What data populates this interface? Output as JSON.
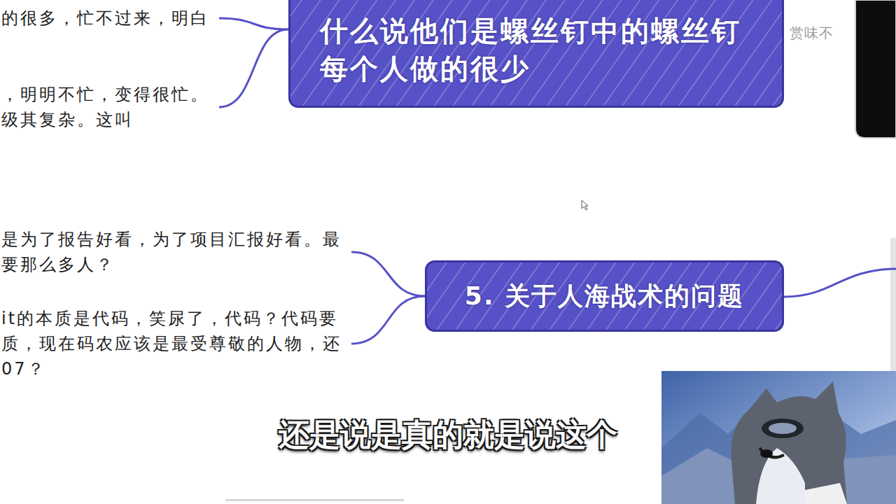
{
  "diagram": {
    "nodes": [
      {
        "text": [
          "什么说他们是螺丝钉中的螺丝钉 每个人做的很少"
        ]
      },
      {
        "text": [
          "的很多，忙不过来，明白"
        ]
      },
      {
        "text": [
          "，明明不忙，变得很忙。 级其复杂。这叫"
        ]
      },
      {
        "text": [
          "5. 关于人海战术的问题"
        ]
      },
      {
        "text": [
          "是为了报告好看，为了项目汇报好看。最 要那么多人？"
        ]
      },
      {
        "text": [
          "it的本质是代码，笑尿了，代码？代码要 质，现在码农应该是最受尊敬的人物，还 07？"
        ]
      }
    ],
    "edges": [
      {
        "from": 0,
        "to": 1,
        "arrow": "none"
      },
      {
        "from": 0,
        "to": 2,
        "arrow": "none"
      },
      {
        "from": 3,
        "to": 4,
        "arrow": "none"
      },
      {
        "from": 3,
        "to": 5,
        "arrow": "none"
      }
    ],
    "labels": [
      "赏味不",
      "还是说是真的就是说这个"
    ]
  }
}
